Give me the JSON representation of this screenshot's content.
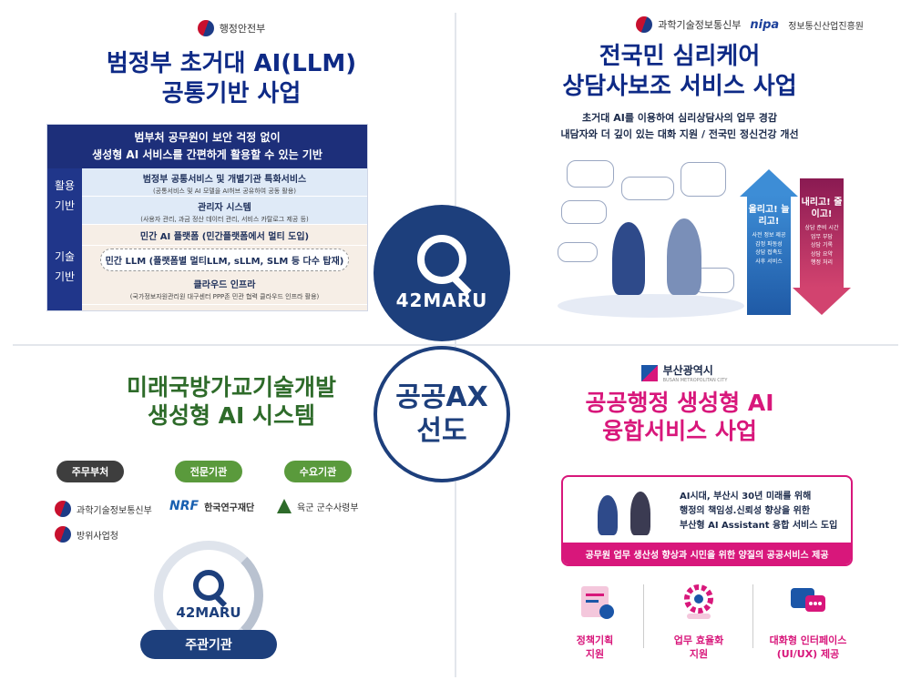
{
  "center": {
    "logo_text": "42MARU",
    "ax_line1": "공공AX",
    "ax_line2": "선도"
  },
  "q1": {
    "ministry": "행정안전부",
    "title_line1": "범정부 초거대 AI(LLM)",
    "title_line2": "공통기반 사업",
    "header_line1": "범부처 공무원이 보안 걱정 없이",
    "header_line2": "생성형 AI 서비스를 간편하게 활용할 수 있는 기반",
    "side_use_1": "활용",
    "side_use_2": "기반",
    "side_tech_1": "기술",
    "side_tech_2": "기반",
    "row1_title": "범정부 공통서비스 및 개별기관 특화서비스",
    "row1_sub": "(공통서비스 및 AI 모델을 AI허브 공유하여 공동 활용)",
    "row2_title": "관리자 시스템",
    "row2_sub": "(사용자 관리, 과금 정산 데이터 관리, 서비스 카탈로그 제공 등)",
    "row3_title": "민간 AI 플랫폼 (민간플랫폼에서 멀티 도입)",
    "row4_title": "민간 LLM (플랫폼별 멀티LLM, sLLM, SLM 등 다수 탑재)",
    "row5_title": "클라우드 인프라",
    "row5_sub": "(국가정보자원관리원 대구센터 PPP존 민관 협력 클라우드 인프라 활용)"
  },
  "q2": {
    "ministry": "과학기술정보통신부",
    "nipa_mark": "nipa",
    "nipa_name": "정보통신산업진흥원",
    "title_line1": "전국민 심리케어",
    "title_line2": "상담사보조 서비스 사업",
    "sub_line1": "초거대 AI를 이용하여 심리상담사의 업무 경감",
    "sub_line2": "내담자와 더 깊이 있는 대화 지원 / 전국민 정신건강 개선",
    "up_title": "올리고! 늘리고!",
    "up_items": [
      "사전 정보 제공",
      "감정 파동성",
      "상담 접촉도",
      "사후 서비스"
    ],
    "down_title": "내리고! 줄이고!",
    "down_items": [
      "상담 준비 시간",
      "업무 부담",
      "상담 기록",
      "상담 요약",
      "행정 처리"
    ]
  },
  "q3": {
    "title_line1": "미래국방가교기술개발",
    "title_line2": "생성형 AI 시스템",
    "pill_lead": "주무부처",
    "pill_expert": "전문기관",
    "pill_demand": "수요기관",
    "org_msit": "과학기술정보통신부",
    "org_dapa": "방위사업청",
    "org_nrf_mark": "NRF",
    "org_nrf_name": "한국연구재단",
    "org_army": "육군 군수사령부",
    "logo_text": "42MARU",
    "host_label": "주관기관"
  },
  "q4": {
    "city": "부산광역시",
    "city_en": "BUSAN METROPOLITAN CITY",
    "title_line1": "공공행정 생성형 AI",
    "title_line2": "융합서비스 사업",
    "box_line1": "AI시대, 부산시 30년 미래를 위해",
    "box_line2": "행정의 책임성.신뢰성 향상을 위한",
    "box_line3": "부산형 AI Assistant 융합 서비스 도입",
    "box_bar": "공무원 업무 생산성 향상과 시민을 위한 양질의 공공서비스 제공",
    "svc1_line1": "정책기획",
    "svc1_line2": "지원",
    "svc2_line1": "업무 효율화",
    "svc2_line2": "지원",
    "svc3_line1": "대화형 인터페이스",
    "svc3_line2": "(UI/UX) 제공"
  }
}
